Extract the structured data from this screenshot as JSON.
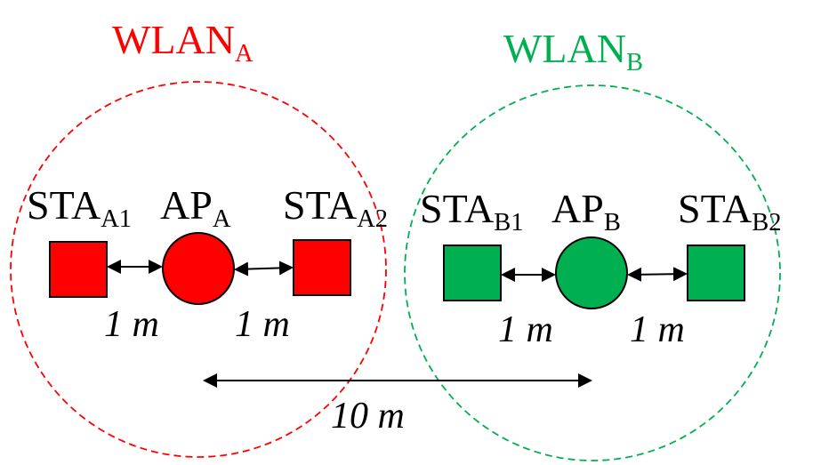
{
  "colors": {
    "wlan_a": "#ff0000",
    "wlan_b": "#00b050",
    "node_a_fill": "#ff0000",
    "node_b_fill": "#00b050",
    "stroke": "#000000"
  },
  "wlans": [
    {
      "id": "a",
      "base": "WLAN",
      "sub": "A"
    },
    {
      "id": "b",
      "base": "WLAN",
      "sub": "B"
    }
  ],
  "nodes": {
    "sta_a1": {
      "base": "STA",
      "sub": "A1",
      "shape": "square"
    },
    "ap_a": {
      "base": "AP",
      "sub": "A",
      "shape": "circle"
    },
    "sta_a2": {
      "base": "STA",
      "sub": "A2",
      "shape": "square"
    },
    "sta_b1": {
      "base": "STA",
      "sub": "B1",
      "shape": "square"
    },
    "ap_b": {
      "base": "AP",
      "sub": "B",
      "shape": "circle"
    },
    "sta_b2": {
      "base": "STA",
      "sub": "B2",
      "shape": "square"
    }
  },
  "distances": {
    "a_left": "1 m",
    "a_right": "1 m",
    "b_left": "1 m",
    "b_right": "1 m",
    "ap_to_ap": "10 m"
  }
}
